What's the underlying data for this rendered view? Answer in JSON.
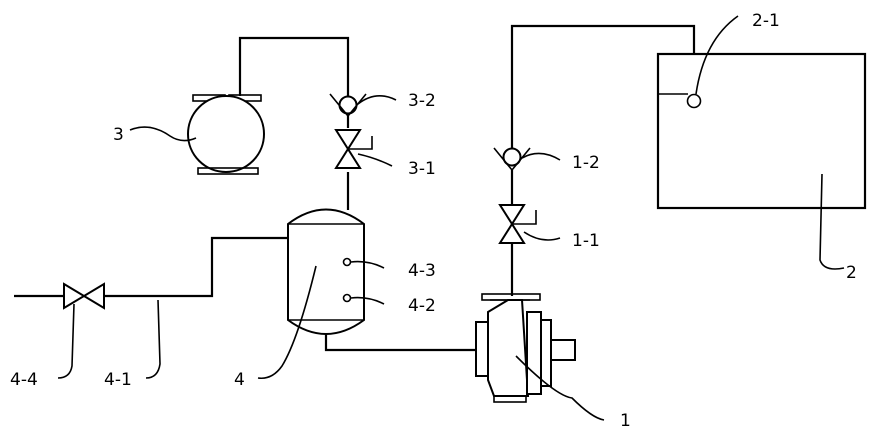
{
  "labels": {
    "pump": "1",
    "outlet_valve": "1-1",
    "outlet_check_valve": "1-2",
    "tank": "2",
    "tank_sensor": "2-1",
    "vacuum_pump": "3",
    "vacuum_valve": "3-1",
    "vacuum_check_valve": "3-2",
    "vessel": "4",
    "vessel_sensor_low": "4-2",
    "vessel_sensor_high": "4-3",
    "inlet_valve": "4-4",
    "inlet_pipe": "4-1"
  }
}
